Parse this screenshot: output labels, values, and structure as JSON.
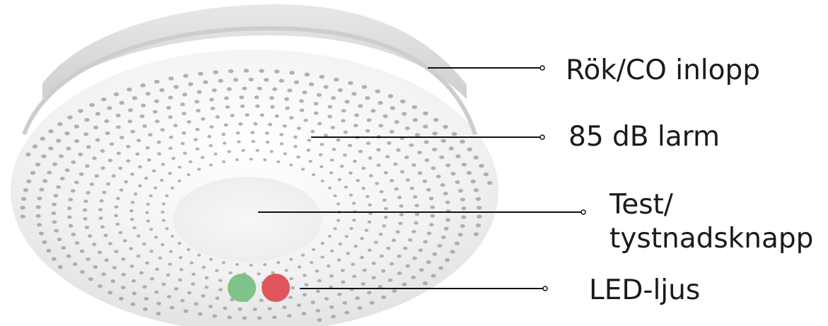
{
  "labels": {
    "inlet": "Rök/CO inlopp",
    "alarm": "85 dB larm",
    "test_line1": "Test/",
    "test_line2": "tystnadsknapp",
    "led": "LED-ljus"
  },
  "colors": {
    "background": "#ffffff",
    "device_body": "#f2f2f2",
    "device_rim": "#d9d9d9",
    "perforation": "#9a9a9a",
    "led_green": "#7fc28a",
    "led_red": "#e0555b",
    "leader_line": "#111111",
    "text": "#1a1a1a"
  }
}
